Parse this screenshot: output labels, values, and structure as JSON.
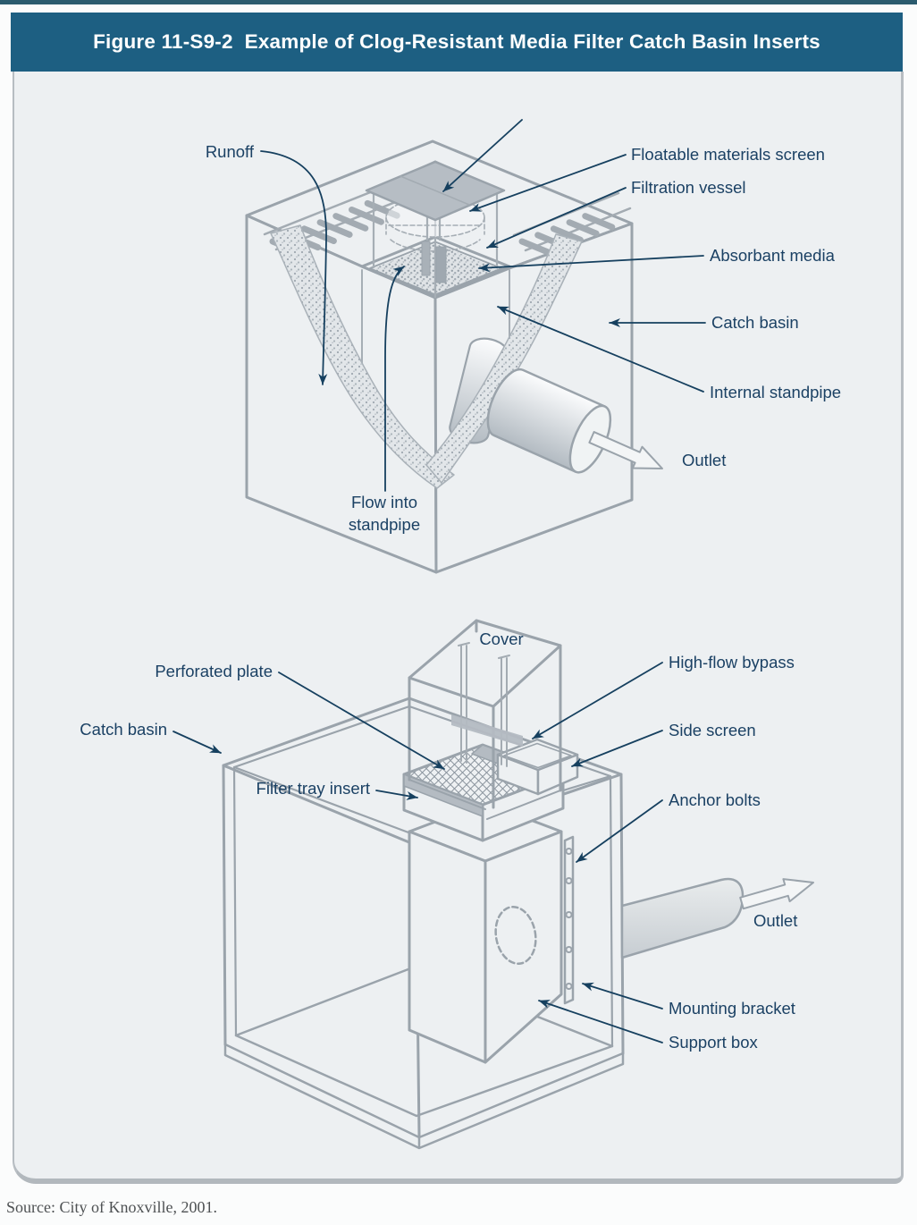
{
  "header": {
    "title": "Figure 11-S9-2  Example of Clog-Resistant Media Filter Catch Basin Inserts"
  },
  "top_diagram": {
    "labels": {
      "runoff": "Runoff",
      "floatable": "Floatable materials screen",
      "filtration": "Filtration vessel",
      "absorbant": "Absorbant media",
      "catch_basin": "Catch basin",
      "internal_standpipe": "Internal standpipe",
      "outlet": "Outlet",
      "flow_line1": "Flow into",
      "flow_line2": "standpipe"
    }
  },
  "bottom_diagram": {
    "labels": {
      "cover": "Cover",
      "perforated_plate": "Perforated plate",
      "high_flow_bypass": "High-flow bypass",
      "catch_basin": "Catch basin",
      "side_screen": "Side screen",
      "filter_tray_insert": "Filter tray insert",
      "anchor_bolts": "Anchor bolts",
      "outlet": "Outlet",
      "mounting_bracket": "Mounting bracket",
      "support_box": "Support box"
    }
  },
  "footer": {
    "source": "Source: City of Knoxville, 2001."
  },
  "colors": {
    "header_bg": "#1d5f82",
    "top_strip": "#2b5b6e",
    "panel_bg": "#edf0f2",
    "panel_border": "#b7bdc2",
    "drawing_line": "#9aa3ab",
    "shade_gray": "#b4bbc2",
    "label_navy": "#1b4164",
    "arrow_navy": "#16405f"
  }
}
